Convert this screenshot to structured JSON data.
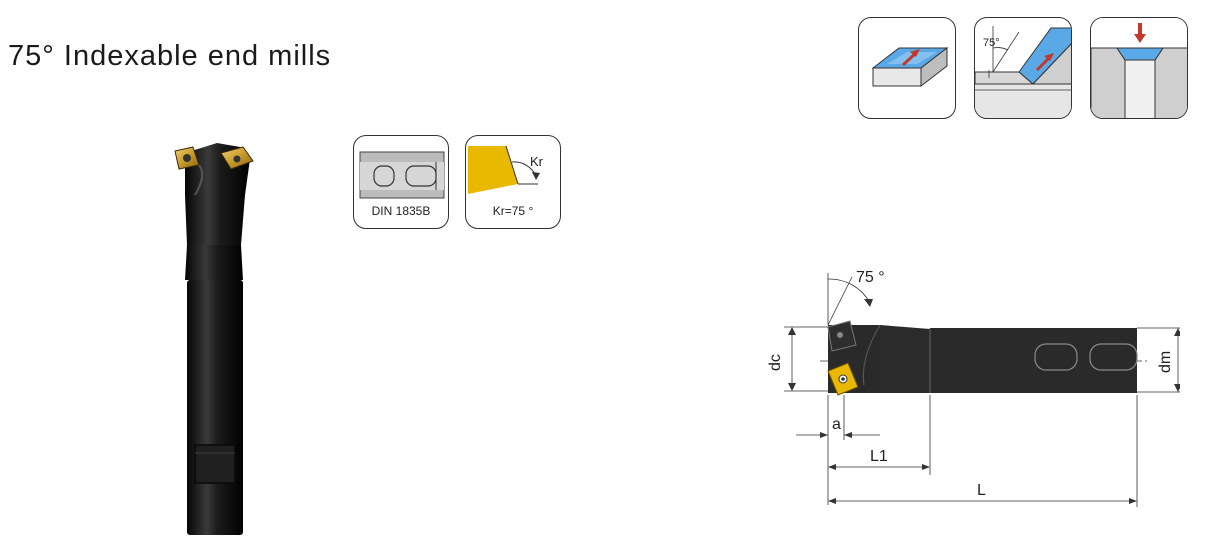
{
  "title": "75° Indexable end mills",
  "operations": [
    {
      "name": "face-milling-icon"
    },
    {
      "name": "chamfer-75-icon",
      "angle_label": "75°"
    },
    {
      "name": "plunge-countersink-icon"
    }
  ],
  "badges": {
    "shank": {
      "label": "DIN 1835B",
      "icon": "weldon-shank-icon"
    },
    "angle": {
      "label": "Kr=75 °",
      "symbol": "Kr",
      "icon": "entering-angle-icon"
    }
  },
  "drawing": {
    "angle": "75 °",
    "dims": {
      "dc": "dc",
      "dm": "dm",
      "a": "a",
      "L1": "L1",
      "L": "L"
    }
  },
  "colors": {
    "tool_body": "#1c1c1c",
    "insert": "#e0b000",
    "workpiece_blue": "#5aa9e6",
    "arrow_red": "#c0392b",
    "face_gray": "#cfcfcf"
  }
}
